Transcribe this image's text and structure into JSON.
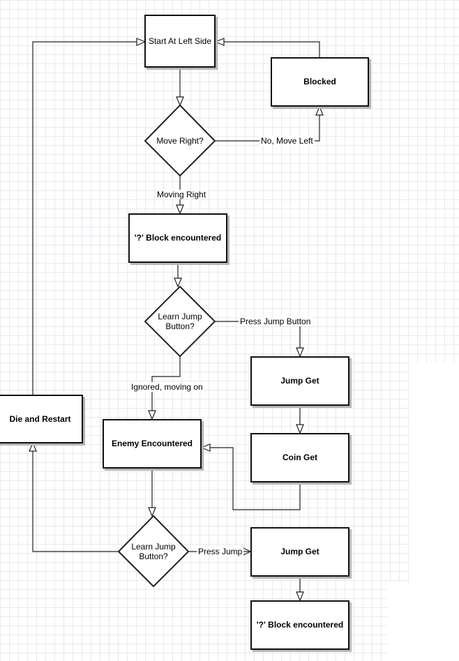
{
  "nodes": {
    "start": "Start At Left Side",
    "blocked": "Blocked",
    "move_right": "Move Right?",
    "question_block_1": "'?' Block encountered",
    "learn_jump_1": "Learn Jump Button?",
    "jump_get_1": "Jump Get",
    "die_restart": "Die and Restart",
    "enemy": "Enemy Encountered",
    "coin_get": "Coin Get",
    "learn_jump_2": "Learn Jump Button?",
    "jump_get_2": "Jump Get",
    "question_block_2": "'?' Block encountered"
  },
  "edges": {
    "no_move_left": "No, Move Left",
    "moving_right": "Moving Right",
    "press_jump_button": "Press Jump Button",
    "ignored_moving_on": "Ignored, moving on",
    "press_jump": "Press Jump"
  }
}
